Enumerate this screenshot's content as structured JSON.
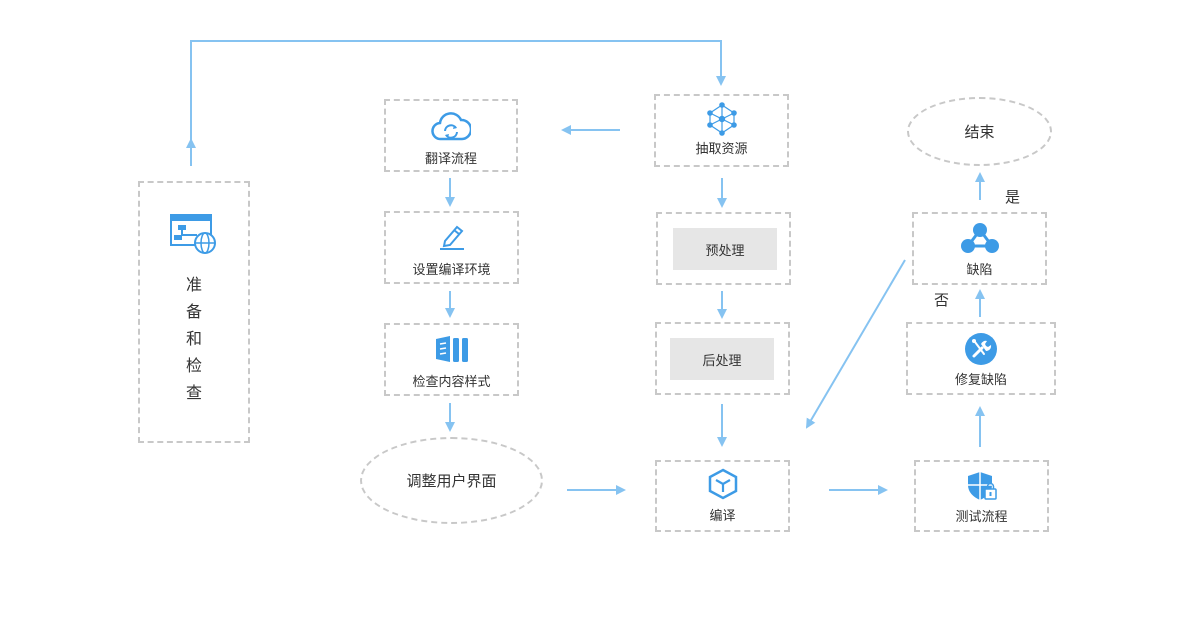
{
  "colors": {
    "arrow": "#86c3f1",
    "icon_blue": "#3d9be6",
    "dash": "#c8c8c8",
    "grey_fill": "#e6e6e6"
  },
  "nodes": {
    "prepare": {
      "chars": [
        "准",
        "备",
        "和",
        "检",
        "查"
      ],
      "icon": "sitemap-globe-icon"
    },
    "translate_flow": {
      "label": "翻译流程",
      "icon": "cloud-sync-icon"
    },
    "set_env": {
      "label": "设置编译环境",
      "icon": "pencil-edit-icon"
    },
    "check_style": {
      "label": "检查内容样式",
      "icon": "book-columns-icon"
    },
    "adjust_ui": {
      "label": "调整用户界面"
    },
    "extract": {
      "label": "抽取资源",
      "icon": "network-nodes-icon"
    },
    "preprocess": {
      "label": "预处理"
    },
    "postprocess": {
      "label": "后处理"
    },
    "compile": {
      "label": "编译",
      "icon": "cube-icon"
    },
    "test_flow": {
      "label": "测试流程",
      "icon": "shield-lock-icon"
    },
    "fix_defect": {
      "label": "修复缺陷",
      "icon": "wrench-icon"
    },
    "defect": {
      "label": "缺陷",
      "icon": "share-nodes-icon"
    },
    "end": {
      "label": "结束"
    }
  },
  "edge_labels": {
    "yes": "是",
    "no": "否"
  }
}
